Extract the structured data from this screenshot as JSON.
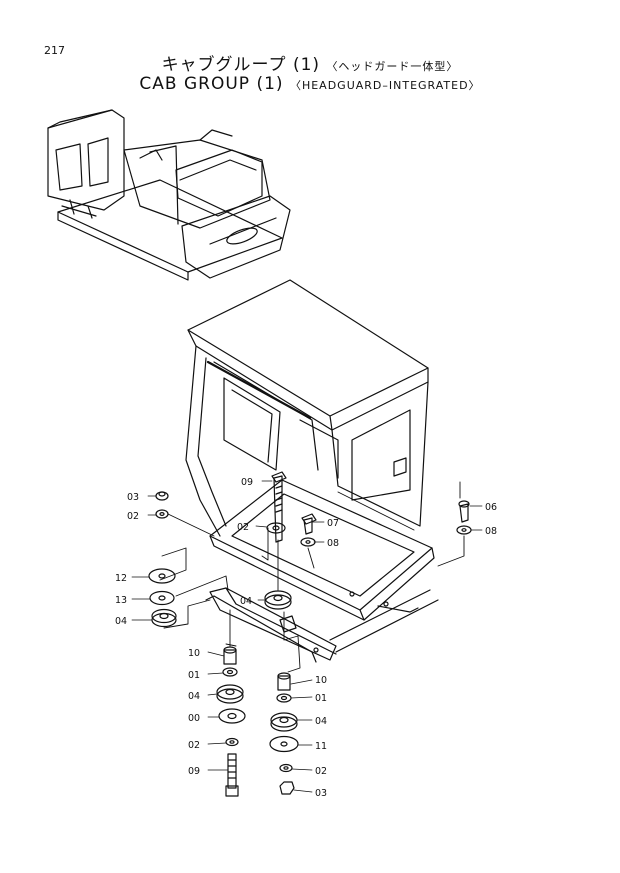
{
  "page_number": "217",
  "title_jp": "キャブグループ (1)",
  "title_jp_sub": "〈ヘッドガード一体型〉",
  "title_en": "CAB GROUP (1)",
  "title_en_sub": "〈HEADGUARD–INTEGRATED〉",
  "callouts": {
    "c09a": "09",
    "c03a": "03",
    "c02a": "02",
    "c02b": "02",
    "c07": "07",
    "c08a": "08",
    "c06": "06",
    "c08b": "08",
    "c12": "12",
    "c13": "13",
    "c04a": "04",
    "c04b": "04",
    "c10a": "10",
    "c01a": "01",
    "c04c": "04",
    "c00": "00",
    "c02c": "02",
    "c09b": "09",
    "c10b": "10",
    "c01b": "01",
    "c04d": "04",
    "c11": "11",
    "c02d": "02",
    "c03b": "03"
  }
}
